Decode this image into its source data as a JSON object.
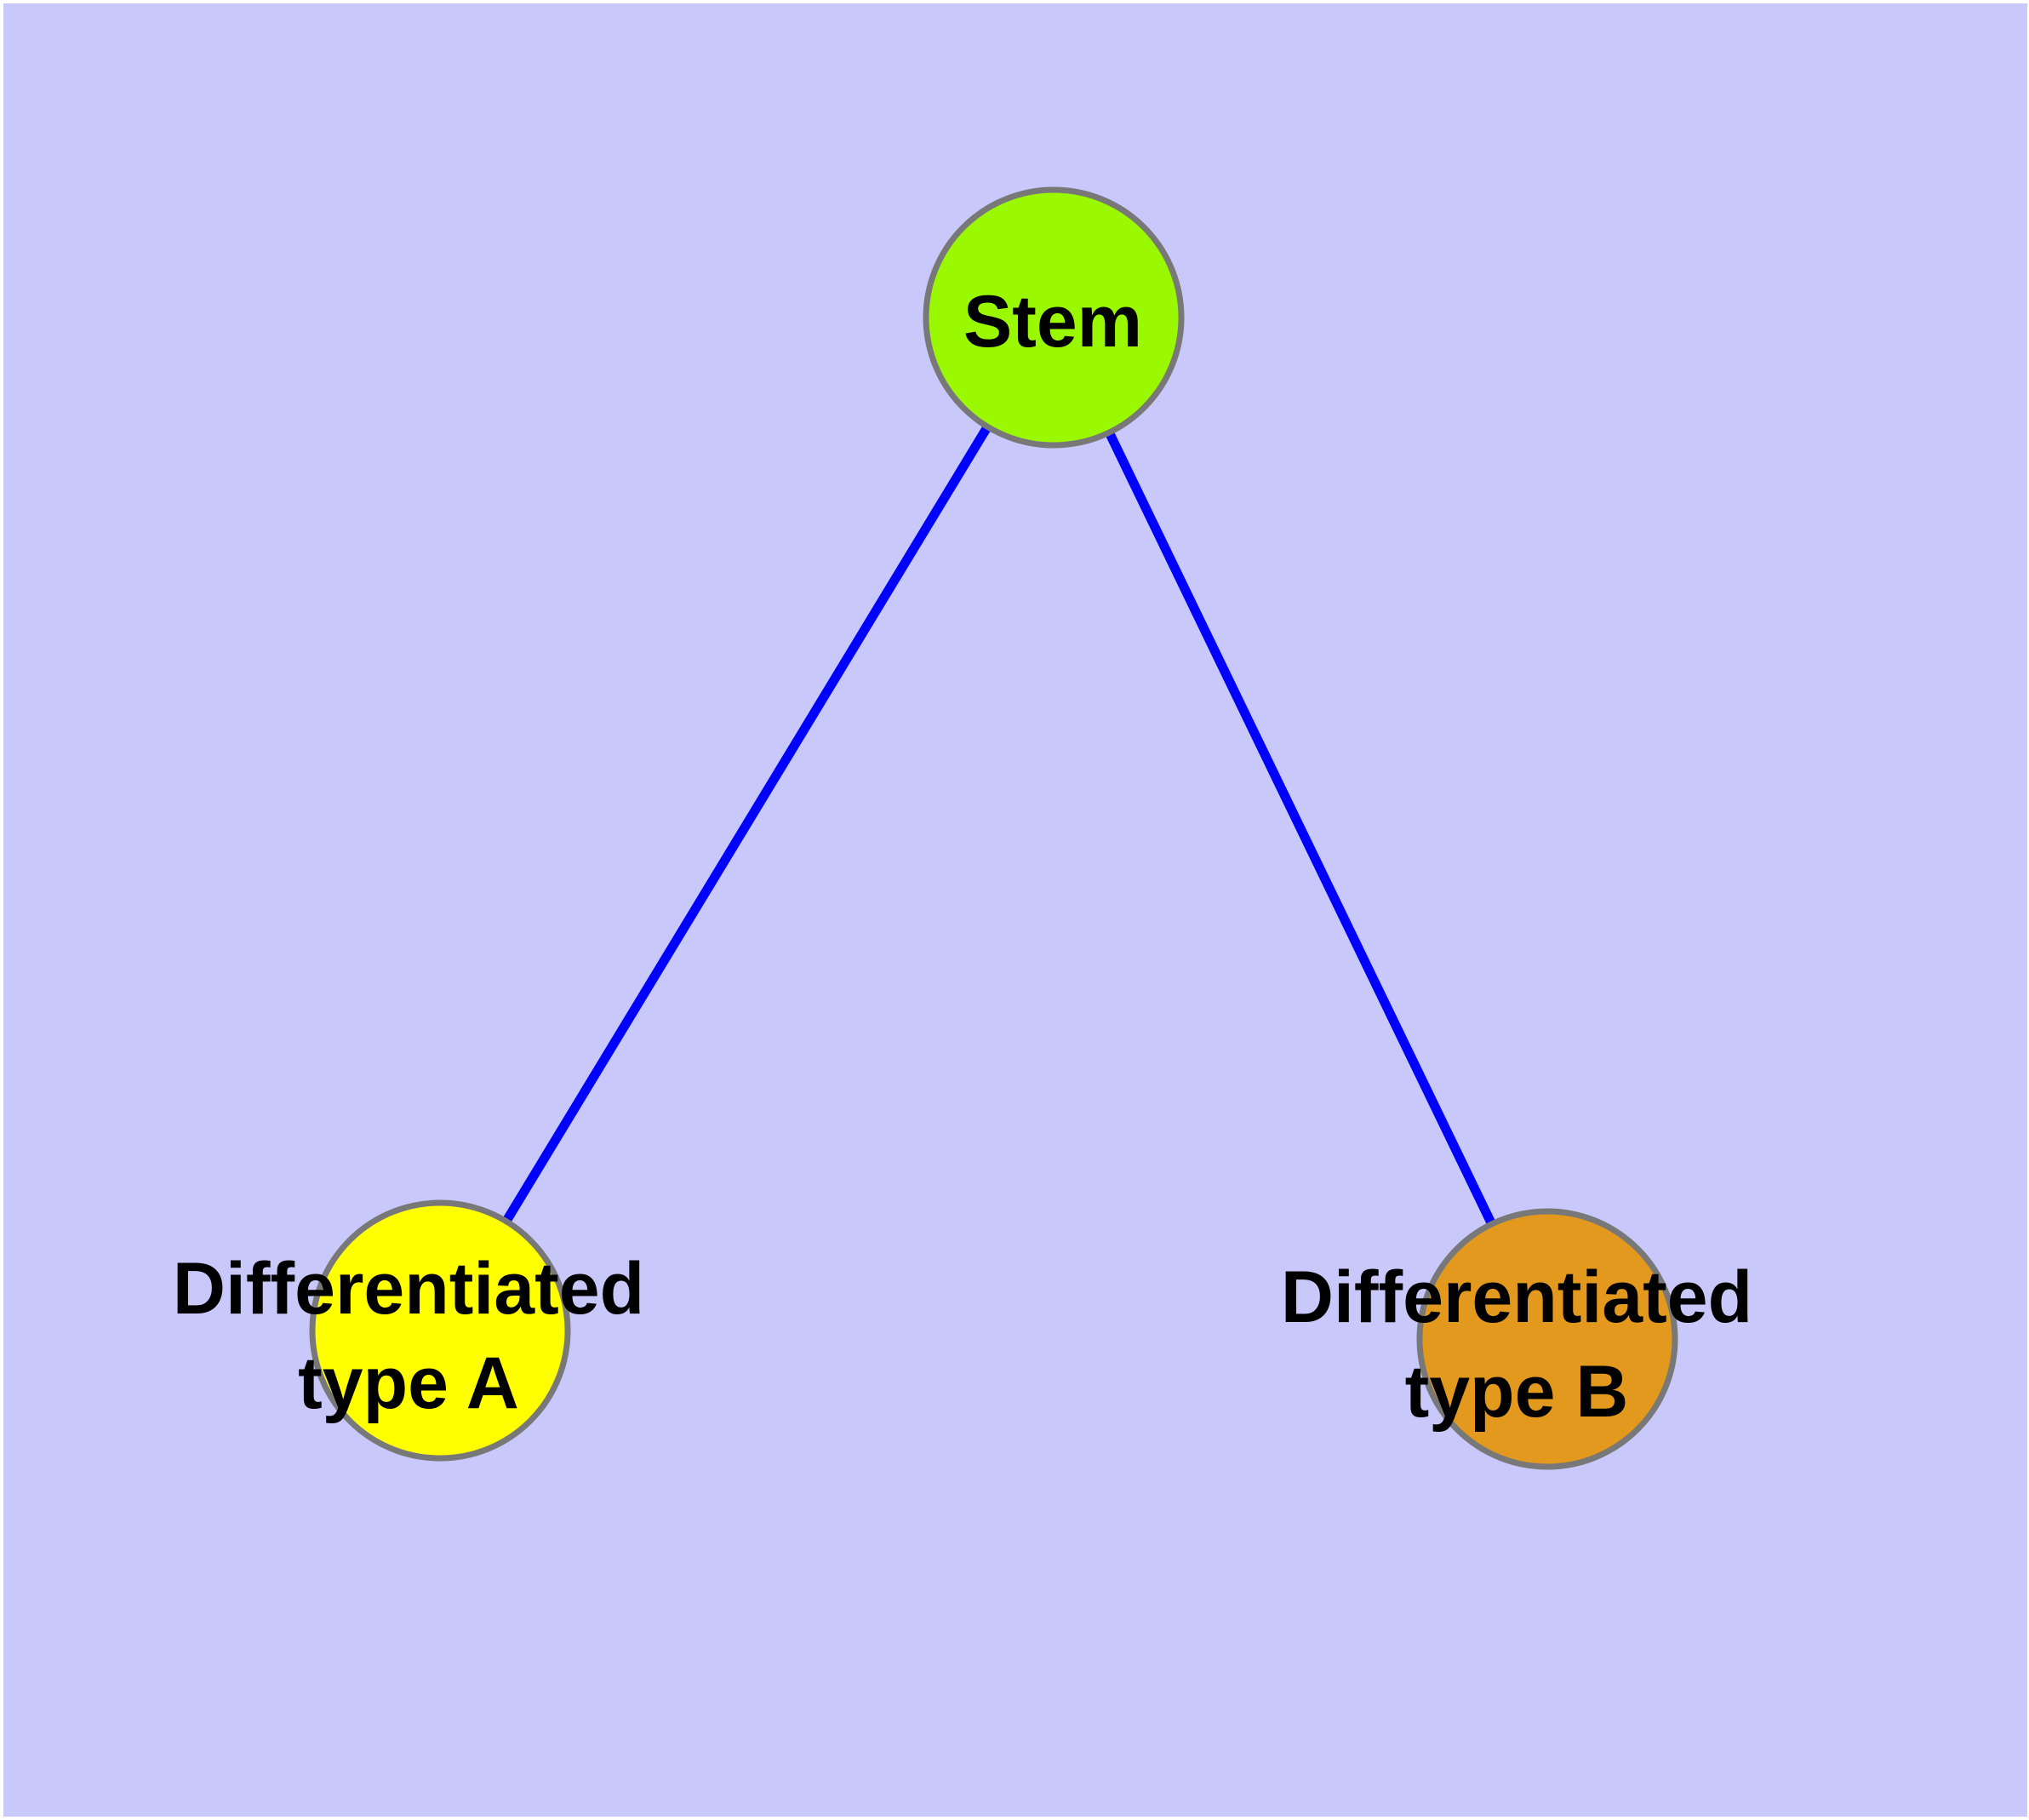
{
  "diagram": {
    "title": "",
    "background_color": "#C8C8FA",
    "margin_color": "#FFFFFF",
    "edge_color": "#0000FF",
    "node_border_color": "#787878",
    "label_color": "#000000",
    "nodes": [
      {
        "id": "stem",
        "label": "Stem",
        "lines": [
          "Stem"
        ],
        "color": "#9AF900"
      },
      {
        "id": "type-a",
        "label": "Differentiated type A",
        "lines": [
          "Differentiated",
          "type A"
        ],
        "color": "#FFFF00"
      },
      {
        "id": "type-b",
        "label": "Differentiated type B",
        "lines": [
          "Differentiated",
          "type B"
        ],
        "color": "#E2991E"
      }
    ],
    "edges": [
      {
        "from": "Stem",
        "to": "Differentiated type A"
      },
      {
        "from": "Stem",
        "to": "Differentiated type B"
      }
    ]
  }
}
